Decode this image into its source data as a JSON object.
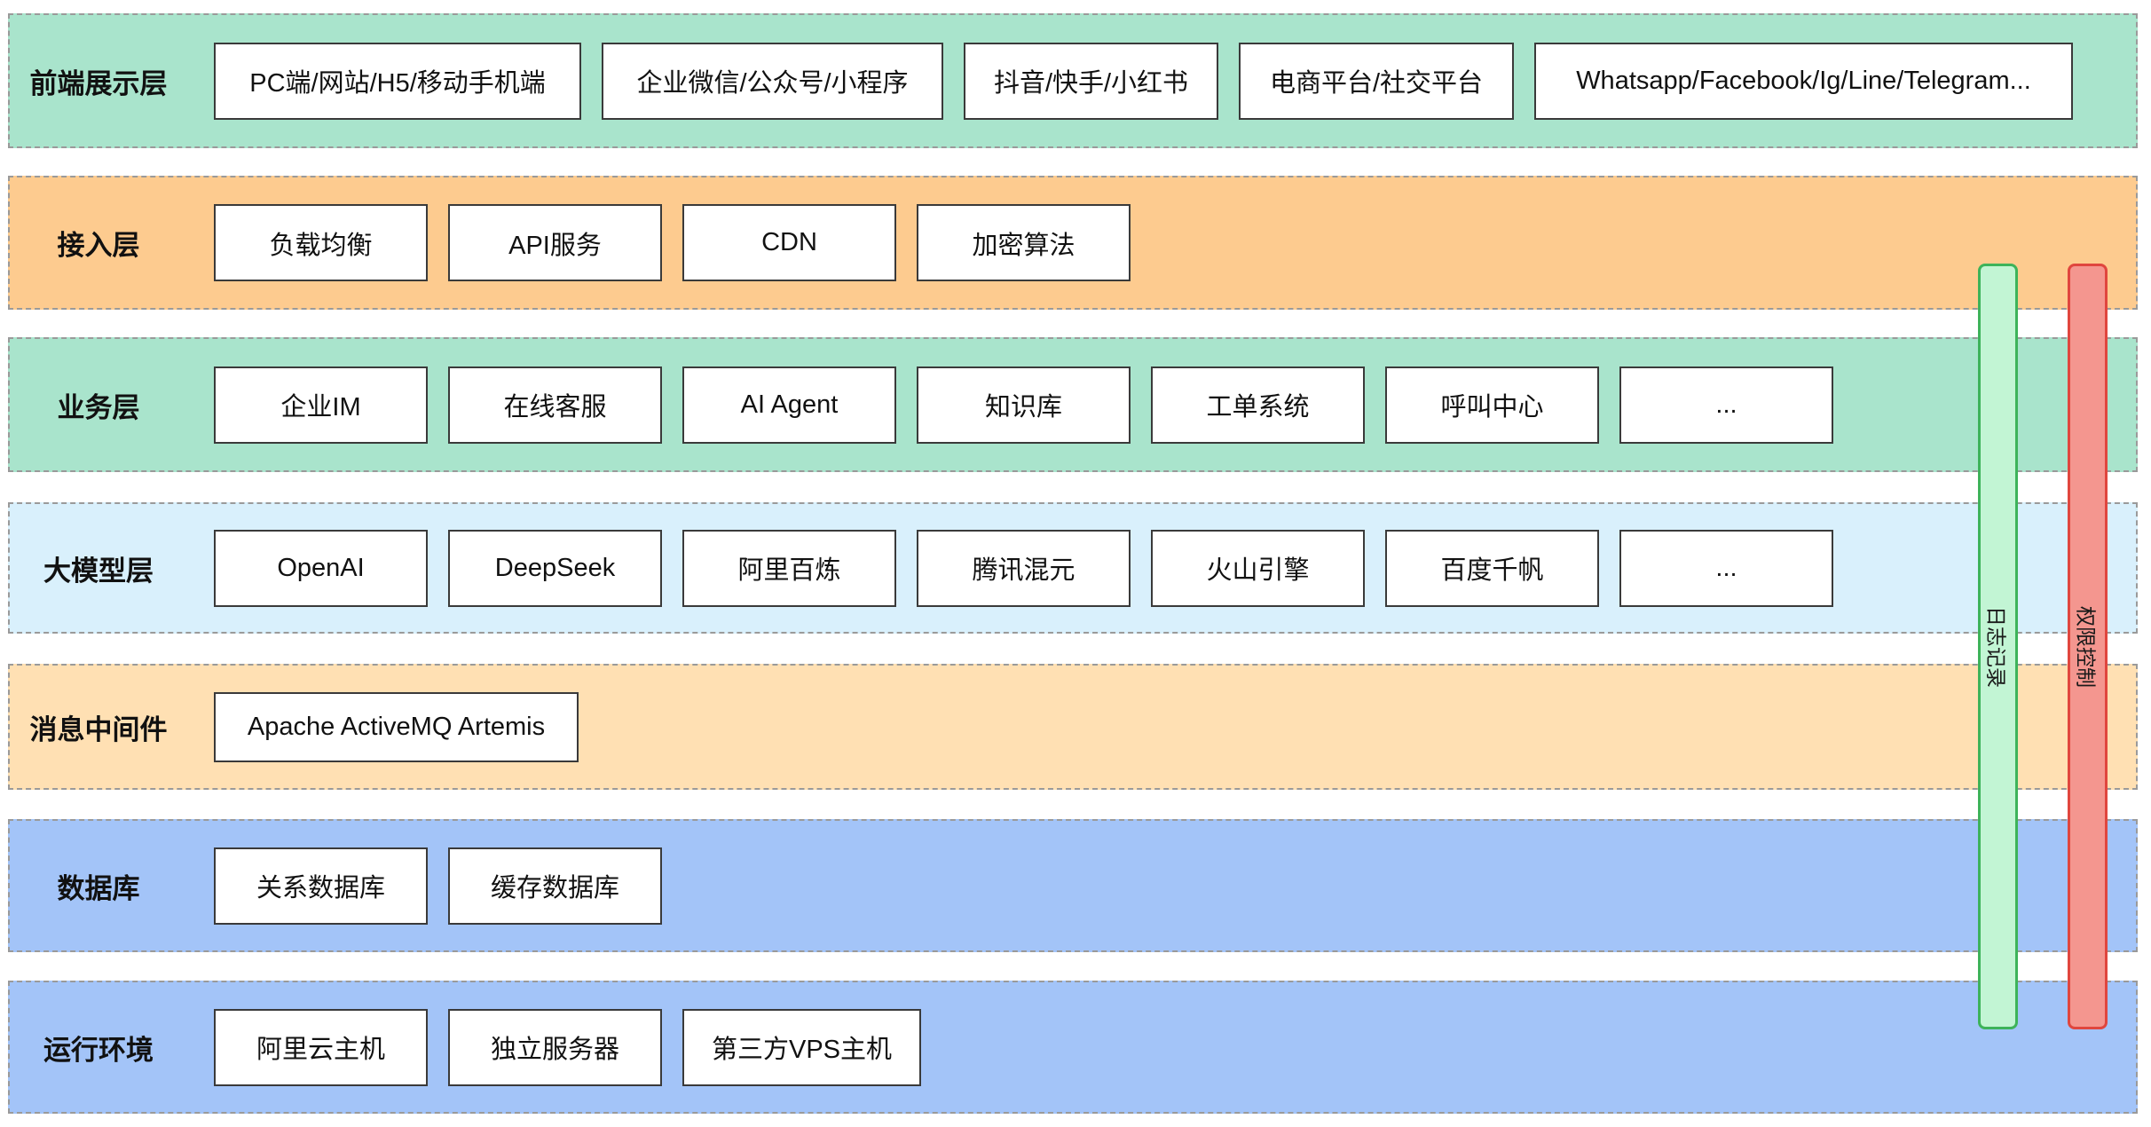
{
  "layers": [
    {
      "label": "前端展示层",
      "items": [
        "PC端/网站/H5/移动手机端",
        "企业微信/公众号/小程序",
        "抖音/快手/小红书",
        "电商平台/社交平台",
        "Whatsapp/Facebook/Ig/Line/Telegram..."
      ]
    },
    {
      "label": "接入层",
      "items": [
        "负载均衡",
        "API服务",
        "CDN",
        "加密算法"
      ]
    },
    {
      "label": "业务层",
      "items": [
        "企业IM",
        "在线客服",
        "AI Agent",
        "知识库",
        "工单系统",
        "呼叫中心",
        "..."
      ]
    },
    {
      "label": "大模型层",
      "items": [
        "OpenAI",
        "DeepSeek",
        "阿里百炼",
        "腾讯混元",
        "火山引擎",
        "百度千帆",
        "..."
      ]
    },
    {
      "label": "消息中间件",
      "items": [
        "Apache ActiveMQ Artemis"
      ]
    },
    {
      "label": "数据库",
      "items": [
        "关系数据库",
        "缓存数据库"
      ]
    },
    {
      "label": "运行环境",
      "items": [
        "阿里云主机",
        "独立服务器",
        "第三方VPS主机"
      ]
    }
  ],
  "cross_cutting": {
    "logging": "日志记录",
    "access_control": "权限控制"
  },
  "colors": {
    "green_layer": "#a9e4cc",
    "orange_layer": "#fdcb8f",
    "light_blue_layer": "#d9f0fc",
    "peach_layer": "#ffe0b3",
    "blue_layer": "#a3c4f8",
    "logging_bar": "#c2f5d4",
    "access_control_bar": "#f4968f"
  }
}
